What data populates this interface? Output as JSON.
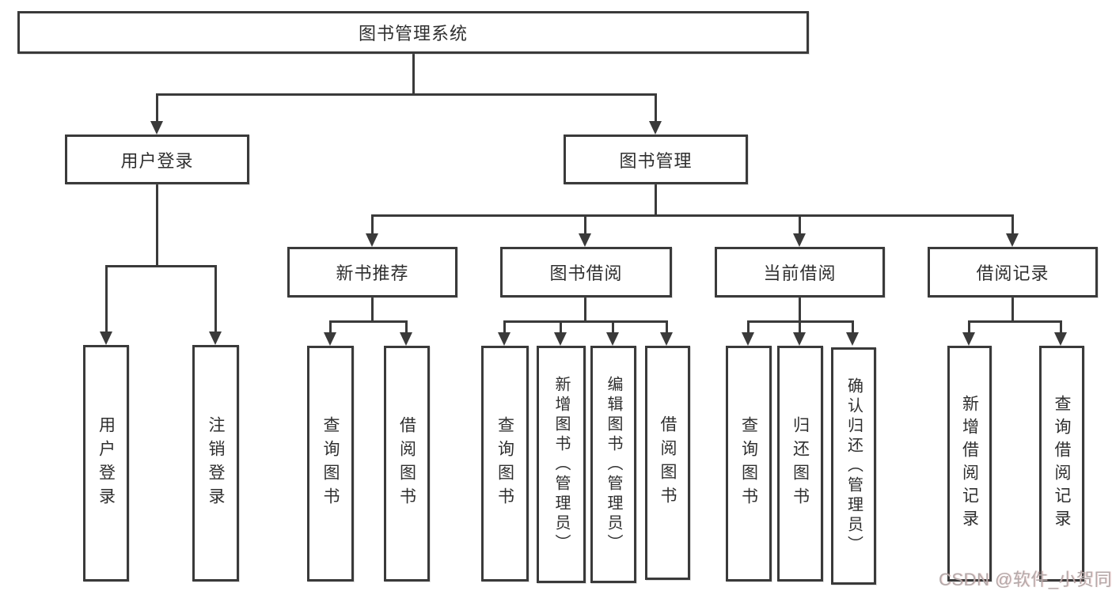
{
  "diagram": {
    "title": "图书管理系统",
    "children": [
      {
        "label": "用户登录",
        "children": [
          {
            "label": "用户登录"
          },
          {
            "label": "注销登录"
          }
        ]
      },
      {
        "label": "图书管理",
        "children": [
          {
            "label": "新书推荐",
            "children": [
              {
                "label": "查询图书"
              },
              {
                "label": "借阅图书"
              }
            ]
          },
          {
            "label": "图书借阅",
            "children": [
              {
                "label": "查询图书"
              },
              {
                "label": "新增图书（管理员）"
              },
              {
                "label": "编辑图书（管理员）"
              },
              {
                "label": "借阅图书"
              }
            ]
          },
          {
            "label": "当前借阅",
            "children": [
              {
                "label": "查询图书"
              },
              {
                "label": "归还图书"
              },
              {
                "label": "确认归还（管理员）"
              }
            ]
          },
          {
            "label": "借阅记录",
            "children": [
              {
                "label": "新增借阅记录"
              },
              {
                "label": "查询借阅记录"
              }
            ]
          }
        ]
      }
    ]
  },
  "watermark": {
    "text": "CSDN @软件_小贺同学"
  },
  "colors": {
    "line": "#3a3a3a",
    "text": "#2f2f2f",
    "watermark": "#b3aaaa",
    "background": "#ffffff"
  }
}
